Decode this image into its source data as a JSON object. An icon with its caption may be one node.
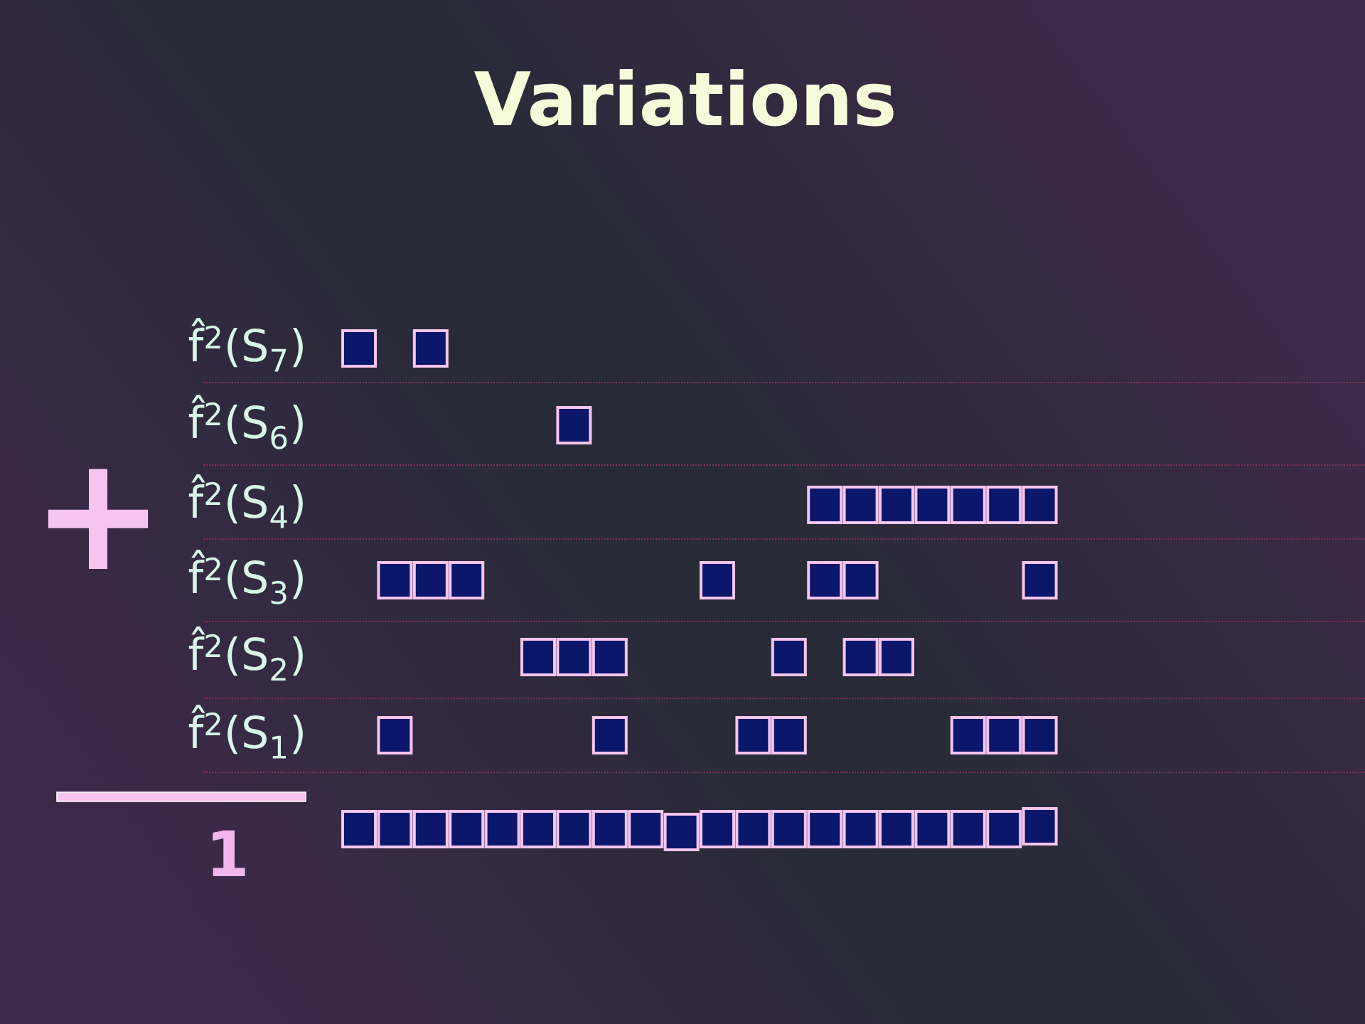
{
  "diagram": {
    "title": "Variations",
    "nodes": [
      {
        "text": [],
        "shape": "box"
      },
      {
        "text": [],
        "shape": "box"
      },
      {
        "text": [],
        "shape": "box"
      },
      {
        "text": [],
        "shape": "box"
      },
      {
        "text": [],
        "shape": "box"
      },
      {
        "text": [],
        "shape": "box"
      },
      {
        "text": [],
        "shape": "box"
      },
      {
        "text": [],
        "shape": "box"
      },
      {
        "text": [],
        "shape": "box"
      },
      {
        "text": [],
        "shape": "box"
      },
      {
        "text": [],
        "shape": "box"
      },
      {
        "text": [],
        "shape": "box"
      },
      {
        "text": [],
        "shape": "box"
      },
      {
        "text": [],
        "shape": "box"
      },
      {
        "text": [],
        "shape": "box"
      },
      {
        "text": [],
        "shape": "box"
      },
      {
        "text": [],
        "shape": "box"
      },
      {
        "text": [],
        "shape": "box"
      },
      {
        "text": [],
        "shape": "box"
      },
      {
        "text": [],
        "shape": "box"
      },
      {
        "text": [],
        "shape": "box"
      },
      {
        "text": [],
        "shape": "box"
      },
      {
        "text": [],
        "shape": "box"
      },
      {
        "text": [],
        "shape": "box"
      },
      {
        "text": [],
        "shape": "box"
      },
      {
        "text": [],
        "shape": "box"
      },
      {
        "text": [],
        "shape": "box"
      },
      {
        "text": [],
        "shape": "box"
      },
      {
        "text": [],
        "shape": "box"
      },
      {
        "text": [],
        "shape": "box"
      },
      {
        "text": [],
        "shape": "box"
      },
      {
        "text": [],
        "shape": "box"
      },
      {
        "text": [],
        "shape": "box"
      },
      {
        "text": [],
        "shape": "box"
      },
      {
        "text": [],
        "shape": "box"
      },
      {
        "text": [],
        "shape": "box"
      },
      {
        "text": [],
        "shape": "box"
      },
      {
        "text": [],
        "shape": "box"
      },
      {
        "text": [],
        "shape": "box"
      },
      {
        "text": [],
        "shape": "box"
      },
      {
        "text": [],
        "shape": "box"
      },
      {
        "text": [],
        "shape": "box"
      },
      {
        "text": [],
        "shape": "box"
      },
      {
        "text": [],
        "shape": "box"
      },
      {
        "text": [],
        "shape": "box"
      },
      {
        "text": [],
        "shape": "box"
      },
      {
        "text": [],
        "shape": "box"
      },
      {
        "text": [],
        "shape": "box"
      },
      {
        "text": [],
        "shape": "box"
      },
      {
        "text": [],
        "shape": "box"
      }
    ],
    "labels": [
      "f̂$^{2}$(S$_{7}$)",
      "f̂$^{2}$(S$_{6}$)",
      "f̂$^{2}$(S$_{4}$)",
      "f̂$^{2}$(S$_{3}$)",
      "f̂$^{2}$(S$_{2}$)",
      "f̂$^{2}$(S$_{1}$)",
      "+",
      "1"
    ]
  }
}
